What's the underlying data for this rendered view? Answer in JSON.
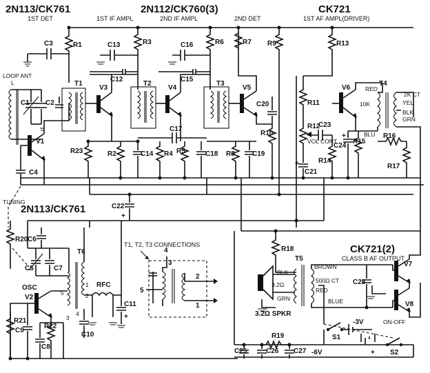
{
  "headers": {
    "stage1_part": "2N113/CK761",
    "stage1_role": "1ST DET",
    "stage2_part": "2N112/CK760(3)",
    "stage2_role": "1ST IF AMPL",
    "stage3_role": "2ND IF AMPL",
    "stage4_role": "2ND DET",
    "stage5_part": "CK721",
    "stage5_role": "1ST AF AMPL(DRIVER)",
    "osc_part": "2N113/CK761",
    "output_part": "CK721(2)",
    "output_role": "CLASS B AF OUTPUT"
  },
  "labels": {
    "loop_ant": "LOOP ANT",
    "loop_l": "L",
    "tuning": "TUNING",
    "osc": "OSC",
    "rfc": "RFC",
    "vol_cont": "VOL CONT",
    "speaker": "3.2Ω SPKR",
    "on_off": "ON-OFF",
    "t4_red": "RED",
    "t4_10k": "10K",
    "t4_2kct": "2K CT",
    "t4_yel": "YEL",
    "t4_blk": "BLK",
    "t4_grn": "GRN",
    "t4_blu": "BLU",
    "t5_brown": "BROWN",
    "t5_500ct": "500Ω CT",
    "t5_red": "RED",
    "t5_blue": "BLUE",
    "t5_blk": "BLK",
    "t5_grn": "GRN",
    "t5_32": "3.2Ω",
    "minus3v": "-3V",
    "minus6v": "-6V",
    "inset_title": "T1, T2, T3 CONNECTIONS",
    "inset_pins": [
      "1",
      "2",
      "3",
      "4",
      "5"
    ],
    "osc_pins": [
      "1",
      "2",
      "3",
      "4",
      "5"
    ]
  },
  "transistors": [
    "V1",
    "V2",
    "V3",
    "V4",
    "V5",
    "V6",
    "V7",
    "V8"
  ],
  "transformers": [
    "T1",
    "T2",
    "T3",
    "T4",
    "T5",
    "T6"
  ],
  "resistors": [
    "R1",
    "R2",
    "R3",
    "R4",
    "R5",
    "R6",
    "R7",
    "R8",
    "R9",
    "R10",
    "R11",
    "R12",
    "R13",
    "R14",
    "R15",
    "R16",
    "R17",
    "R18",
    "R19",
    "R20",
    "R21",
    "R22",
    "R23"
  ],
  "capacitors": [
    "C1",
    "C2",
    "C3",
    "C4",
    "C5",
    "C6",
    "C7",
    "C8",
    "C9",
    "C10",
    "C11",
    "C12",
    "C13",
    "C14",
    "C15",
    "C16",
    "C17",
    "C18",
    "C19",
    "C20",
    "C21",
    "C22",
    "C23",
    "C24",
    "C25",
    "C26",
    "C27",
    "C28"
  ],
  "switches": [
    "S1",
    "S2"
  ]
}
